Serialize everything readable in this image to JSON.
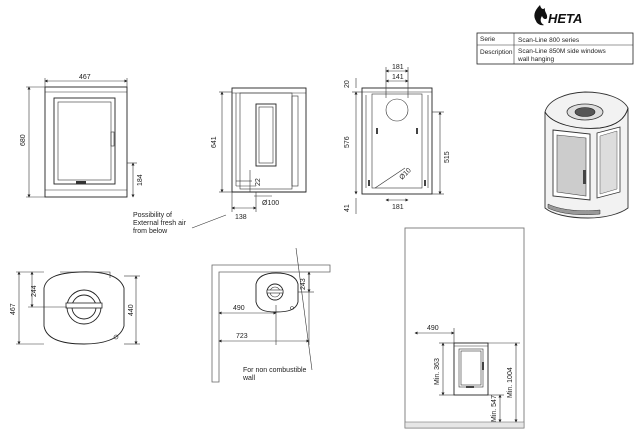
{
  "brand": {
    "name": "HETA",
    "logo_icon": "flame-icon"
  },
  "title_block": {
    "serie_label": "Serie",
    "serie_value": "Scan-Line 800 series",
    "description_label": "Description",
    "description_value_line1": "Scan-Line 850M side windows",
    "description_value_line2": "wall hanging"
  },
  "front_view": {
    "width": "467",
    "height": "680",
    "right_height": "184"
  },
  "side_view": {
    "height": "641",
    "outlet_height": "22",
    "pipe": "Ø100",
    "depth": "138"
  },
  "back_view": {
    "top_offset": "20",
    "top_width": "181",
    "inner_width": "141",
    "height_left": "576",
    "height_right": "515",
    "bottom": "41",
    "bottom_width": "181",
    "hole": "Ø10"
  },
  "fresh_air_note": {
    "line1": "Possibility of",
    "line2": "External fresh air",
    "line3": "from below"
  },
  "top_view": {
    "depth": "467",
    "inner_depth": "244",
    "right_depth": "440"
  },
  "corner_view": {
    "dist_a": "490",
    "dist_b": "723",
    "offset": "243"
  },
  "wall_note": {
    "line1": "For non combustible",
    "line2": "wall"
  },
  "install_view": {
    "dist": "490",
    "min_a": "Min. 363",
    "min_b": "Min. 547",
    "min_c": "Min. 1004"
  }
}
